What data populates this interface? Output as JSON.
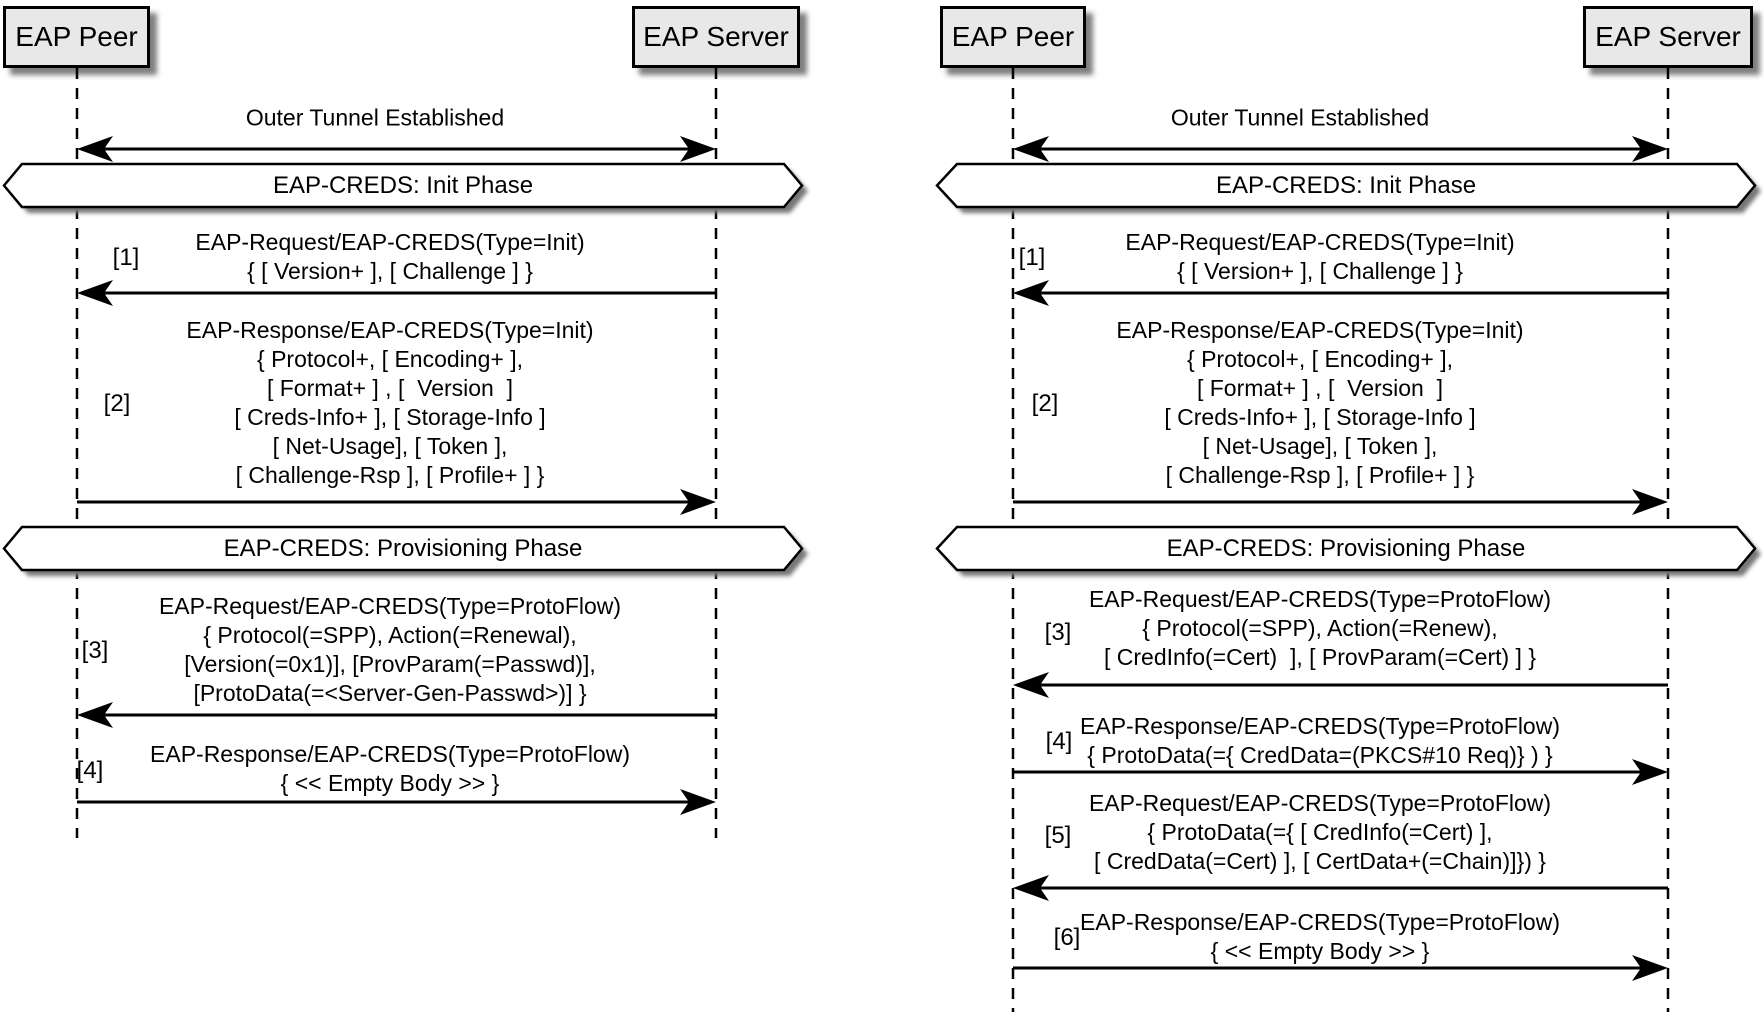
{
  "colors": {
    "background": "#ffffff",
    "actor_fill": "#e8e8e8",
    "band_fill": "#ffffff",
    "line": "#000000"
  },
  "diagrams": [
    {
      "side": "left",
      "actors": [
        {
          "label": "EAP Peer"
        },
        {
          "label": "EAP Server"
        }
      ],
      "tunnel_label": "Outer Tunnel Established",
      "phases": [
        {
          "label": "EAP-CREDS: Init Phase"
        },
        {
          "label": "EAP-CREDS: Provisioning Phase"
        }
      ],
      "messages": [
        {
          "num": "[1]",
          "direction": "server-to-peer",
          "lines": [
            "EAP-Request/EAP-CREDS(Type=Init)",
            "{ [ Version+ ], [ Challenge ] }"
          ]
        },
        {
          "num": "[2]",
          "direction": "peer-to-server",
          "lines": [
            "EAP-Response/EAP-CREDS(Type=Init)",
            "{ Protocol+, [ Encoding+ ],",
            "[ Format+ ] , [  Version  ]",
            "[ Creds-Info+ ], [ Storage-Info ]",
            "[ Net-Usage], [ Token ],",
            "[ Challenge-Rsp ], [ Profile+ ] }"
          ]
        },
        {
          "num": "[3]",
          "direction": "server-to-peer",
          "lines": [
            "EAP-Request/EAP-CREDS(Type=ProtoFlow)",
            "{ Protocol(=SPP), Action(=Renewal),",
            "[Version(=0x1)], [ProvParam(=Passwd)],",
            "[ProtoData(=<Server-Gen-Passwd>)] }"
          ]
        },
        {
          "num": "[4]",
          "direction": "peer-to-server",
          "lines": [
            "EAP-Response/EAP-CREDS(Type=ProtoFlow)",
            "{ << Empty Body >> }"
          ]
        }
      ]
    },
    {
      "side": "right",
      "actors": [
        {
          "label": "EAP Peer"
        },
        {
          "label": "EAP Server"
        }
      ],
      "tunnel_label": "Outer Tunnel Established",
      "phases": [
        {
          "label": "EAP-CREDS: Init Phase"
        },
        {
          "label": "EAP-CREDS: Provisioning Phase"
        }
      ],
      "messages": [
        {
          "num": "[1]",
          "direction": "server-to-peer",
          "lines": [
            "EAP-Request/EAP-CREDS(Type=Init)",
            "{ [ Version+ ], [ Challenge ] }"
          ]
        },
        {
          "num": "[2]",
          "direction": "peer-to-server",
          "lines": [
            "EAP-Response/EAP-CREDS(Type=Init)",
            "{ Protocol+, [ Encoding+ ],",
            "[ Format+ ] , [  Version  ]",
            "[ Creds-Info+ ], [ Storage-Info ]",
            "[ Net-Usage], [ Token ],",
            "[ Challenge-Rsp ], [ Profile+ ] }"
          ]
        },
        {
          "num": "[3]",
          "direction": "server-to-peer",
          "lines": [
            "EAP-Request/EAP-CREDS(Type=ProtoFlow)",
            "{ Protocol(=SPP), Action(=Renew),",
            "[ CredInfo(=Cert)  ], [ ProvParam(=Cert) ] }"
          ]
        },
        {
          "num": "[4]",
          "direction": "peer-to-server",
          "lines": [
            "EAP-Response/EAP-CREDS(Type=ProtoFlow)",
            "{ ProtoData(={ CredData=(PKCS#10 Req)} ) }"
          ]
        },
        {
          "num": "[5]",
          "direction": "server-to-peer",
          "lines": [
            "EAP-Request/EAP-CREDS(Type=ProtoFlow)",
            "{ ProtoData(={ [ CredInfo(=Cert) ],",
            "[ CredData(=Cert) ], [ CertData+(=Chain)]}) }"
          ]
        },
        {
          "num": "[6]",
          "direction": "peer-to-server",
          "lines": [
            "EAP-Response/EAP-CREDS(Type=ProtoFlow)",
            "{ << Empty Body >> }"
          ]
        }
      ]
    }
  ]
}
